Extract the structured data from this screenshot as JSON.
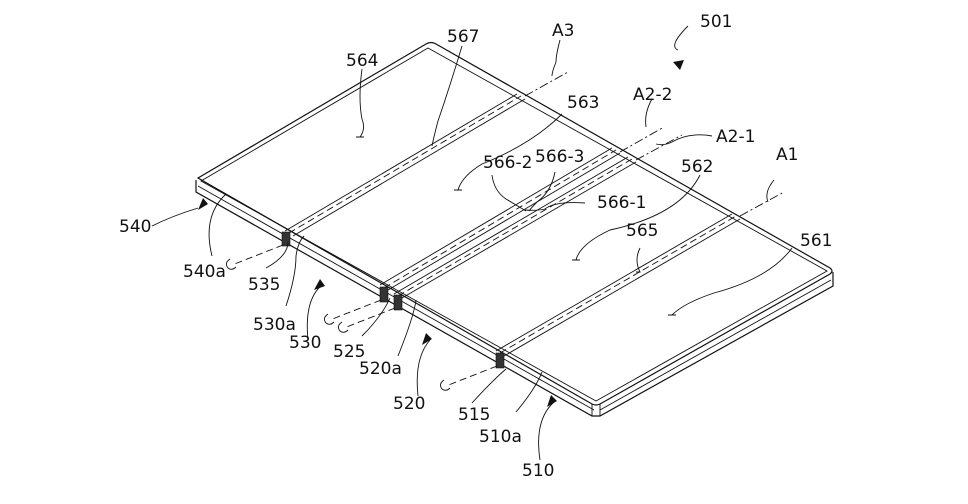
{
  "figure": {
    "title_ref": "501",
    "labels": {
      "device": "501",
      "display_561": "561",
      "display_562": "562",
      "display_563": "563",
      "display_564": "564",
      "fold_565": "565",
      "fold_566_1": "566-1",
      "fold_566_2": "566-2",
      "fold_566_3": "566-3",
      "fold_567": "567",
      "axis_a1": "A1",
      "axis_a2_1": "A2-1",
      "axis_a2_2": "A2-2",
      "axis_a3": "A3",
      "housing_510": "510",
      "housing_510a": "510a",
      "hinge_515": "515",
      "housing_520": "520",
      "housing_520a": "520a",
      "hinge_525": "525",
      "housing_530": "530",
      "housing_530a": "530a",
      "hinge_535": "535",
      "housing_540": "540",
      "housing_540a": "540a"
    }
  }
}
